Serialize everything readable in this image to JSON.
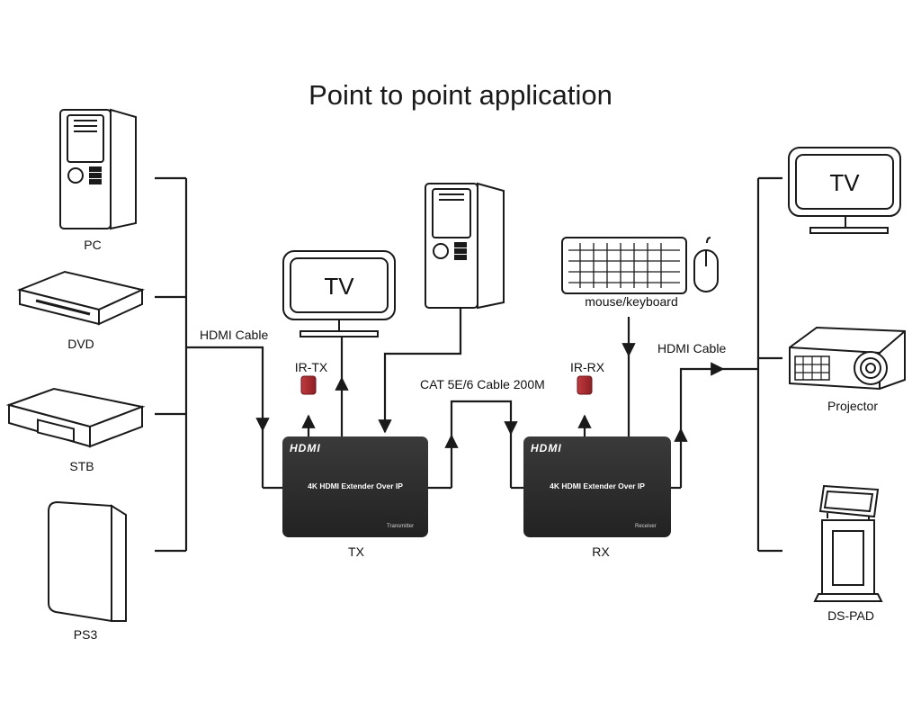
{
  "title": "Point to point application",
  "labels": {
    "pc": "PC",
    "dvd": "DVD",
    "stb": "STB",
    "ps3": "PS3",
    "hdmi_cable_in": "HDMI Cable",
    "hdmi_cable_out": "HDMI Cable",
    "ir_tx": "IR-TX",
    "ir_rx": "IR-RX",
    "cat_cable": "CAT 5E/6 Cable 200M",
    "mouse_keyboard": "mouse/keyboard",
    "tx": "TX",
    "rx": "RX",
    "projector": "Projector",
    "ds_pad": "DS-PAD"
  },
  "tv_screens": {
    "local": "TV",
    "remote": "TV"
  },
  "devices": {
    "tx": {
      "brand": "HDMI",
      "model": "4K HDMI Extender Over IP",
      "role": "Transmitter"
    },
    "rx": {
      "brand": "HDMI",
      "model": "4K HDMI Extender Over IP",
      "role": "Receiver"
    }
  },
  "colors": {
    "line": "#1a1a1a",
    "box": "#2b2b2b",
    "ir": "#a8292e"
  }
}
